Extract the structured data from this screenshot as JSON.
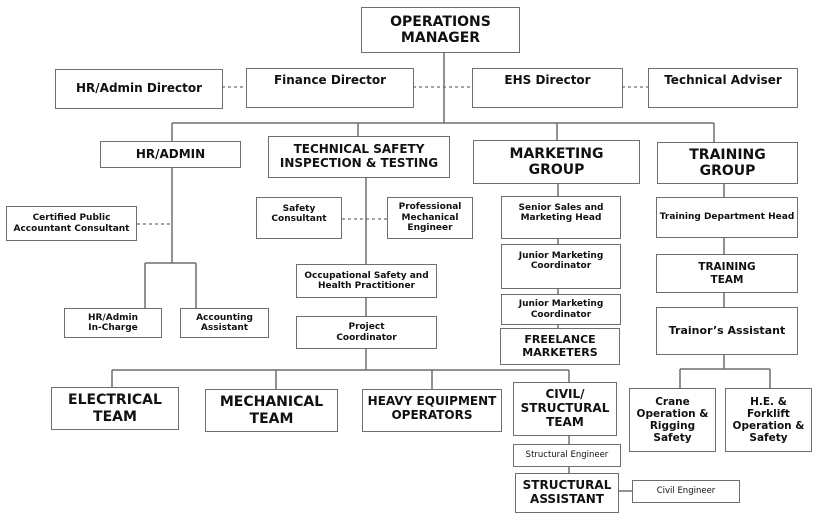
{
  "chart": {
    "top": {
      "label": "OPERATIONS\nMANAGER"
    },
    "directors": [
      {
        "label": "HR/Admin Director"
      },
      {
        "label": "Finance Director"
      },
      {
        "label": "EHS Director"
      },
      {
        "label": "Technical Adviser"
      }
    ],
    "hr": {
      "head": "HR/ADMIN",
      "consultant": "Certified Public\nAccountant Consultant",
      "in_charge": "HR/Admin\nIn-Charge",
      "accounting": "Accounting\nAssistant"
    },
    "technical": {
      "head": "TECHNICAL SAFETY\nINSPECTION & TESTING",
      "safety_consultant": "Safety\nConsultant",
      "mech_engineer": "Professional\nMechanical\nEngineer",
      "osh": "Occupational  Safety and\nHealth Practitioner",
      "coordinator": "Project\nCoordinator",
      "teams": [
        {
          "label": "ELECTRICAL\nTEAM"
        },
        {
          "label": "MECHANICAL\nTEAM"
        },
        {
          "label": "HEAVY EQUIPMENT\nOPERATORS"
        },
        {
          "label": "CIVIL/\nSTRUCTURAL\nTEAM"
        }
      ],
      "structural_engineer": "Structural Engineer",
      "structural_assistant": "STRUCTURAL\nASSISTANT",
      "civil_engineer": "Civil Engineer"
    },
    "marketing": {
      "head": "MARKETING\nGROUP",
      "members": [
        {
          "label": "Senior Sales and\nMarketing Head"
        },
        {
          "label": "Junior Marketing\nCoordinator"
        },
        {
          "label": "Junior Marketing\nCoordinator"
        },
        {
          "label": "FREELANCE\nMARKETERS"
        }
      ]
    },
    "training": {
      "head": "TRAINING\nGROUP",
      "dept_head": "Training Department Head",
      "team": "TRAINING\nTEAM",
      "assistant": "Trainor’s Assistant",
      "units": [
        {
          "label": "Crane\nOperation &\nRigging\nSafety"
        },
        {
          "label": "H.E. &\nForklift\nOperation &\nSafety"
        }
      ]
    }
  }
}
